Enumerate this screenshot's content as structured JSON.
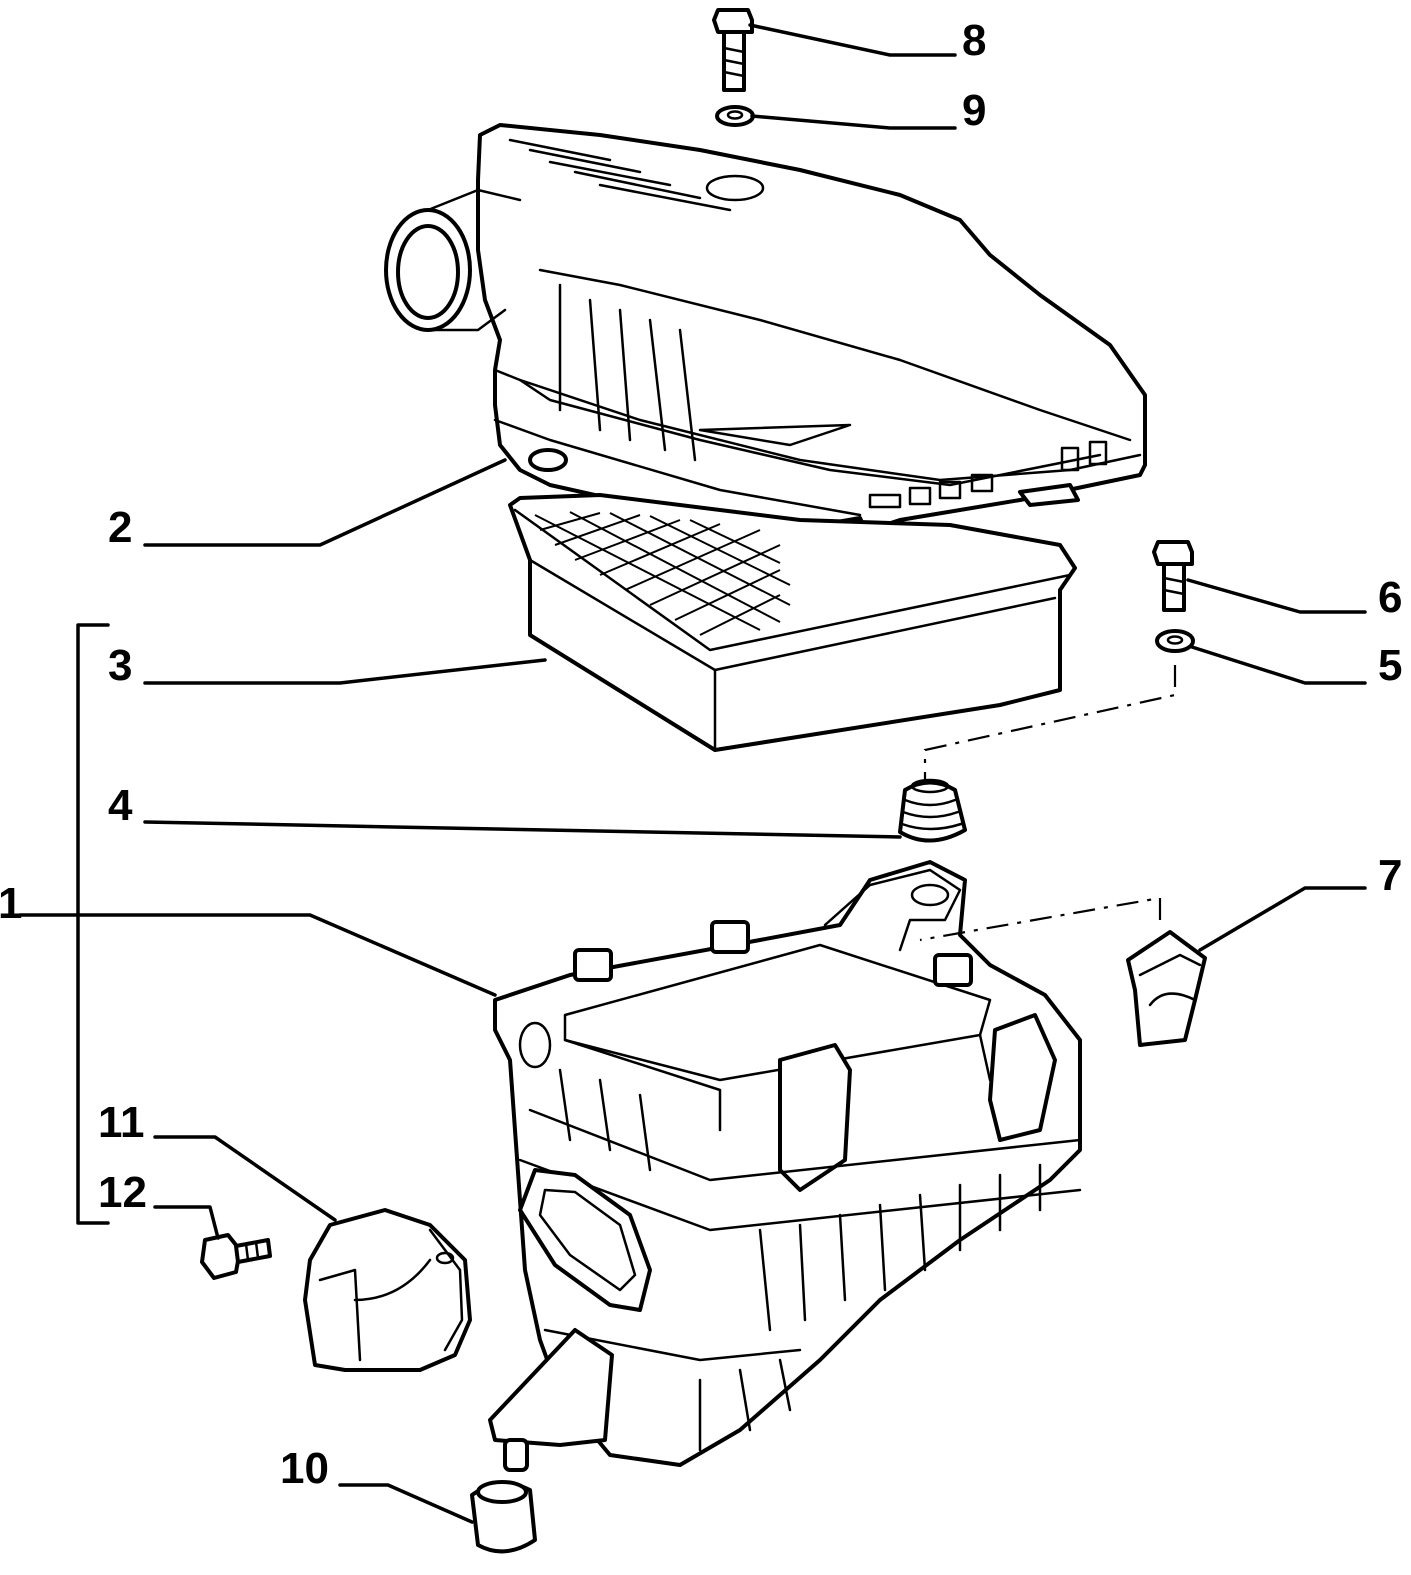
{
  "callouts": [
    {
      "number": "1",
      "part": "air-filter-assembly"
    },
    {
      "number": "2",
      "part": "filter-housing-cover"
    },
    {
      "number": "3",
      "part": "filter-element"
    },
    {
      "number": "4",
      "part": "rubber-mount"
    },
    {
      "number": "5",
      "part": "washer"
    },
    {
      "number": "6",
      "part": "bolt"
    },
    {
      "number": "7",
      "part": "clip"
    },
    {
      "number": "8",
      "part": "bolt"
    },
    {
      "number": "9",
      "part": "washer"
    },
    {
      "number": "10",
      "part": "rubber-mount"
    },
    {
      "number": "11",
      "part": "air-inlet-duct"
    },
    {
      "number": "12",
      "part": "screw"
    }
  ],
  "colors": {
    "line": "#000000",
    "background": "#ffffff"
  }
}
